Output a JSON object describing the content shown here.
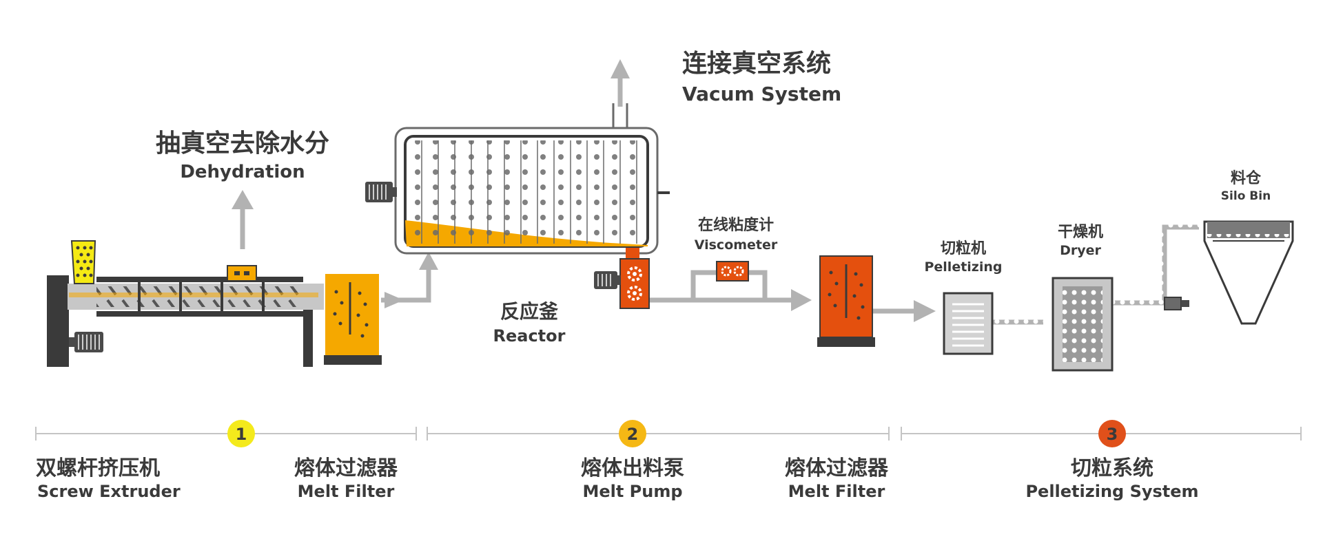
{
  "colors": {
    "orange": "#f5a800",
    "orange_red": "#e4500e",
    "yellow": "#f5ea14",
    "dark": "#3a3a3a",
    "gray": "#b0b0b0",
    "step1": "#f4ea1c",
    "step2": "#f5b815",
    "step3": "#e0501a"
  },
  "labels": {
    "vacuum": {
      "zh": "连接真空系统",
      "en": "Vacum System"
    },
    "dehydration": {
      "zh": "抽真空去除水分",
      "en": "Dehydration"
    },
    "reactor": {
      "zh": "反应釜",
      "en": "Reactor"
    },
    "viscometer": {
      "zh": "在线粘度计",
      "en": "Viscometer"
    },
    "pelletizing": {
      "zh": "切粒机",
      "en": "Pelletizing"
    },
    "dryer": {
      "zh": "干燥机",
      "en": "Dryer"
    },
    "silo": {
      "zh": "料仓",
      "en": "Silo Bin"
    }
  },
  "steps": [
    {
      "number": "1"
    },
    {
      "number": "2"
    },
    {
      "number": "3"
    }
  ],
  "stages": [
    {
      "zh": "双螺杆挤压机",
      "en": "Screw Extruder"
    },
    {
      "zh": "熔体过滤器",
      "en": "Melt Filter"
    },
    {
      "zh": "熔体出料泵",
      "en": "Melt Pump"
    },
    {
      "zh": "熔体过滤器",
      "en": "Melt Filter"
    },
    {
      "zh": "切粒系统",
      "en": "Pelletizing System"
    }
  ],
  "icons": [
    "motor-icon",
    "gear-icon",
    "arrow-up-icon",
    "arrow-right-icon",
    "dots-icon"
  ]
}
